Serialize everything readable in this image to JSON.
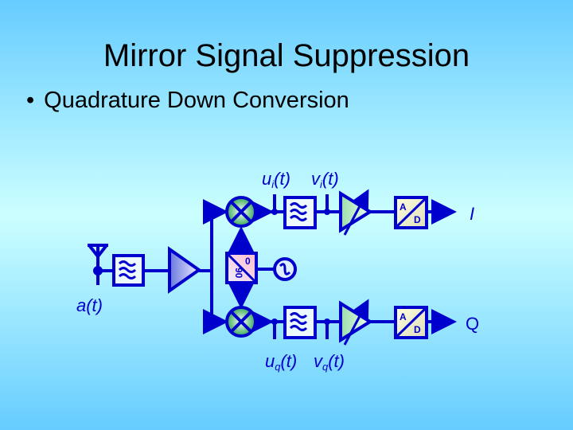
{
  "slide": {
    "title": "Mirror Signal Suppression",
    "bullet_symbol": "•",
    "bullet_text": "Quadrature Down Conversion"
  },
  "diagram": {
    "input_label": "a(t)",
    "i_branch": {
      "u_label": "u",
      "u_sub": "i",
      "v_label": "v",
      "v_sub": "i",
      "arg": "(t)",
      "output": "I"
    },
    "q_branch": {
      "u_label": "u",
      "u_sub": "q",
      "v_label": "v",
      "v_sub": "q",
      "arg": "(t)",
      "output": "Q"
    },
    "adc": {
      "top": "A",
      "bottom": "D"
    },
    "phase_shifter": {
      "a": "0",
      "b": "90"
    },
    "colors": {
      "line": "#0000cc",
      "bg_top": "#66ccff",
      "bg_mid": "#ccffff"
    }
  }
}
